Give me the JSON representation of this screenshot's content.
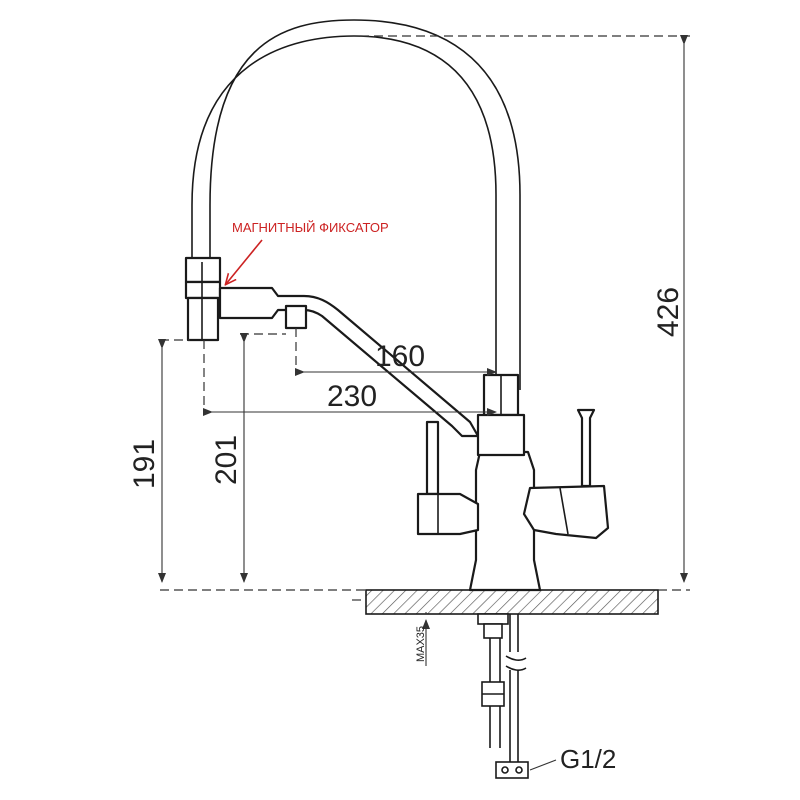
{
  "annotation": {
    "text": "МАГНИТНЫЙ ФИКСАТОР",
    "color": "#cc2222"
  },
  "dimensions": {
    "total_height": "426",
    "outlet_height": "191",
    "spout_height": "201",
    "reach_inner": "160",
    "reach_outer": "230",
    "max_thickness": "MAX35",
    "connection": "G1/2"
  },
  "colors": {
    "line": "#1a1a1a",
    "hatch": "#555555"
  }
}
